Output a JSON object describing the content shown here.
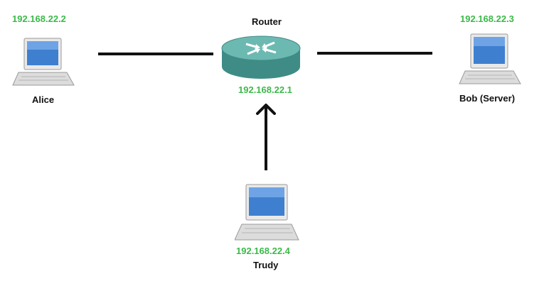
{
  "colors": {
    "ip_text": "#3cb94a",
    "link_line": "#111111",
    "router_body": "#4f9f9a",
    "screen": "#3f7fd0"
  },
  "nodes": {
    "alice": {
      "ip": "192.168.22.2",
      "name": "Alice",
      "icon": "laptop-icon"
    },
    "router": {
      "ip": "192.168.22.1",
      "name": "Router",
      "icon": "router-icon"
    },
    "bob": {
      "ip": "192.168.22.3",
      "name": "Bob (Server)",
      "icon": "laptop-icon"
    },
    "trudy": {
      "ip": "192.168.22.4",
      "name": "Trudy",
      "icon": "laptop-icon"
    }
  }
}
